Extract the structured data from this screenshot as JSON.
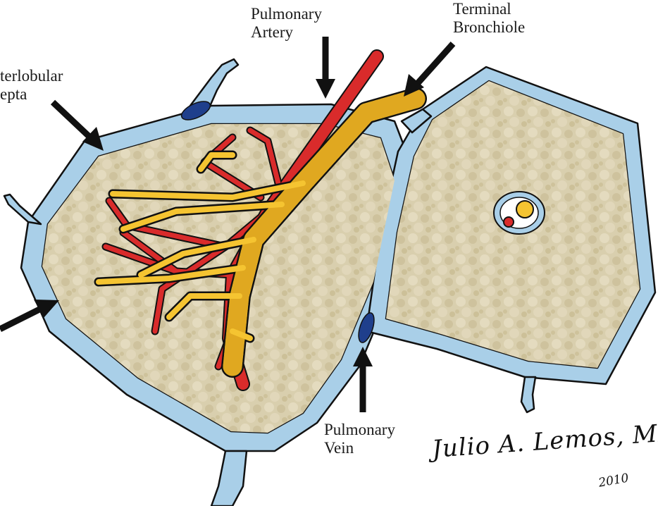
{
  "labels": {
    "pulmonary_artery": [
      "Pulmonary",
      "Artery"
    ],
    "terminal_bronchiole": [
      "Terminal",
      "Bronchiole"
    ],
    "interlobular_septa": [
      "terlobular",
      "epta"
    ],
    "pulmonary_vein": [
      "Pulmonary",
      "Vein"
    ]
  },
  "signature": {
    "name": "Julio A. Lemos, MD",
    "year": "2010"
  },
  "colors": {
    "septa": "#a9cfe8",
    "parenchyma": "#d8ccaa",
    "artery": "#d92b2b",
    "bronchiole": "#f5c431",
    "vein": "#1f3f8c",
    "outline": "#111111"
  }
}
